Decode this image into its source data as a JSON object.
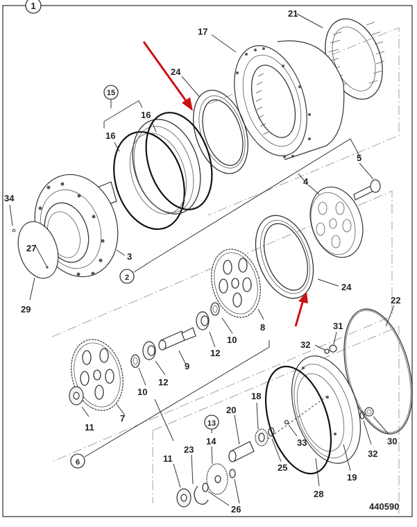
{
  "diagram": {
    "title_callout": "1",
    "figure_number": "440590",
    "group_callouts": {
      "g1": "1",
      "g2": "2",
      "g6": "6",
      "g13": "13",
      "g15": "15"
    },
    "labels": {
      "l3": "3",
      "l4": "4",
      "l5": "5",
      "l7": "7",
      "l8": "8",
      "l9": "9",
      "l10a": "10",
      "l10b": "10",
      "l11a": "11",
      "l11b": "11",
      "l12a": "12",
      "l12b": "12",
      "l14": "14",
      "l16a": "16",
      "l16b": "16",
      "l17": "17",
      "l18": "18",
      "l19": "19",
      "l20": "20",
      "l21": "21",
      "l22": "22",
      "l23": "23",
      "l24a": "24",
      "l24b": "24",
      "l25": "25",
      "l26": "26",
      "l27": "27",
      "l28": "28",
      "l29": "29",
      "l30": "30",
      "l31": "31",
      "l32a": "32",
      "l32b": "32",
      "l33": "33",
      "l34": "34"
    },
    "highlight": {
      "arrow_color": "#cc1111",
      "highlighted_part": "24"
    }
  }
}
